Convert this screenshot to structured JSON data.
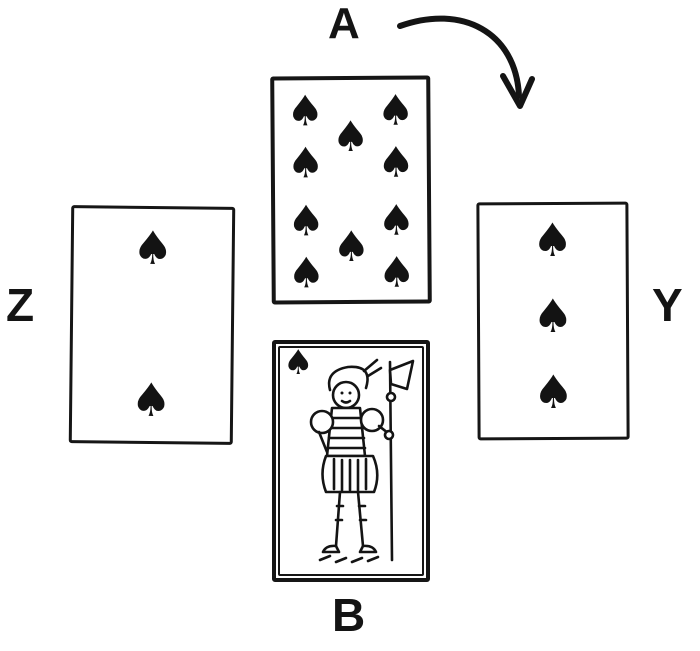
{
  "players": {
    "north": {
      "label": "A"
    },
    "west": {
      "label": "Z"
    },
    "east": {
      "label": "Y"
    },
    "south": {
      "label": "B"
    }
  },
  "cards": {
    "north": {
      "name": "ten-of-spades",
      "suit": "spades",
      "glyph": "♠",
      "pips": 10
    },
    "west": {
      "name": "two-of-spades",
      "suit": "spades",
      "glyph": "♠",
      "pips": 2
    },
    "east": {
      "name": "three-of-spades",
      "suit": "spades",
      "glyph": "♠",
      "pips": 3
    },
    "south": {
      "name": "jack-of-spades",
      "suit": "spades",
      "glyph": "♠",
      "face": "jack"
    }
  },
  "arrow": {
    "direction": "clockwise-from-A-toward-Y"
  },
  "colors": {
    "ink": "#161616",
    "background": "#ffffff"
  }
}
